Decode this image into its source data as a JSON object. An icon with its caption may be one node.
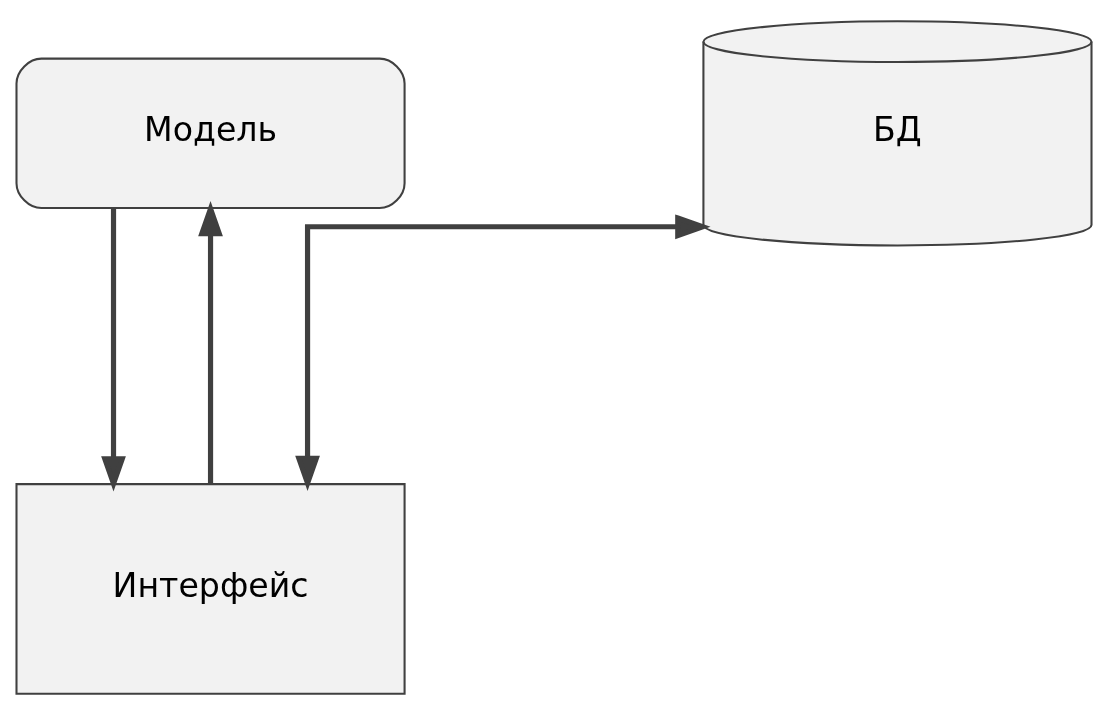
{
  "diagram": {
    "nodes": [
      {
        "text": [
          "Модель"
        ]
      },
      {
        "text": [
          "БД"
        ]
      },
      {
        "text": [
          "Интерфейс"
        ]
      }
    ],
    "edges": [
      {
        "from": 0,
        "to": 2,
        "arrow": "to"
      },
      {
        "from": 2,
        "to": 0,
        "arrow": "to"
      },
      {
        "from": 1,
        "to": 2,
        "arrow": "both"
      }
    ]
  }
}
